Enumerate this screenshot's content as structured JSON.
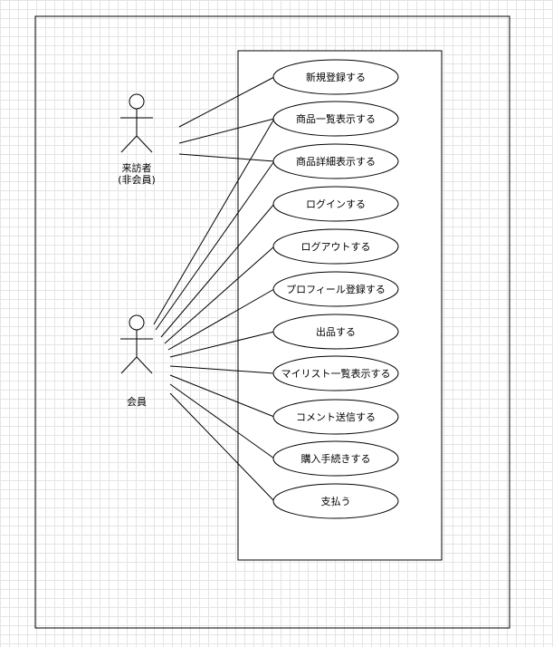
{
  "actors": {
    "visitor": {
      "label_line1": "来訪者",
      "label_line2": "(非会員)"
    },
    "member": {
      "label": "会員"
    }
  },
  "use_cases": [
    {
      "label": "新規登録する"
    },
    {
      "label": "商品一覧表示する"
    },
    {
      "label": "商品詳細表示する"
    },
    {
      "label": "ログインする"
    },
    {
      "label": "ログアウトする"
    },
    {
      "label": "プロフィール登録する"
    },
    {
      "label": "出品する"
    },
    {
      "label": "マイリスト一覧表示する"
    },
    {
      "label": "コメント送信する"
    },
    {
      "label": "購入手続きする"
    },
    {
      "label": "支払う"
    }
  ],
  "associations": {
    "visitor": [
      0,
      1,
      2
    ],
    "member": [
      1,
      2,
      3,
      4,
      5,
      6,
      7,
      8,
      9,
      10
    ]
  }
}
